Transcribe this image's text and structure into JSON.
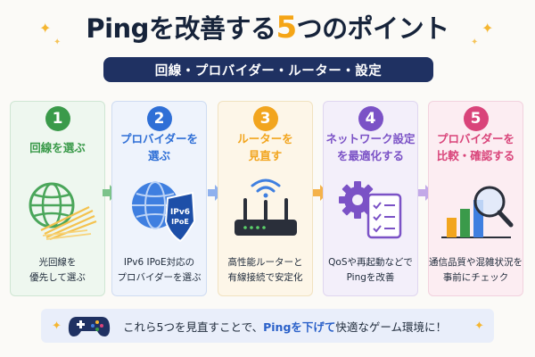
{
  "title": {
    "before": "Pingを改善する",
    "number": "5",
    "after": "つのポイント"
  },
  "subtitle": "回線・プロバイダー・ルーター・設定",
  "cards": [
    {
      "number": "1",
      "heading": "回線を選ぶ",
      "description": "光回線を\n優先して選ぶ",
      "icon": "globe-fiber-icon",
      "color": "#3a9a4a",
      "bg": "#eef7ef",
      "border": "#cfe6d3"
    },
    {
      "number": "2",
      "heading": "プロバイダーを\n選ぶ",
      "description": "IPv6 IPoE対応の\nプロバイダーを選ぶ",
      "icon": "ipv6-shield-globe-icon",
      "badge": "IPv6\nIPoE",
      "color": "#2f6fd6",
      "bg": "#eef3fc",
      "border": "#cfdcf2"
    },
    {
      "number": "3",
      "heading": "ルーターを\n見直す",
      "description": "高性能ルーターと\n有線接続で安定化",
      "icon": "wifi-router-icon",
      "color": "#f2a51e",
      "bg": "#fdf6e8",
      "border": "#f1e2c0"
    },
    {
      "number": "4",
      "heading": "ネットワーク設定\nを最適化する",
      "description": "QoSや再起動などで\nPingを改善",
      "icon": "gear-checklist-icon",
      "color": "#7b52c6",
      "bg": "#f3effa",
      "border": "#e0d6f0"
    },
    {
      "number": "5",
      "heading": "プロバイダーを\n比較・確認する",
      "description": "通信品質や混雑状況を\n事前にチェック",
      "icon": "bar-chart-magnifier-icon",
      "color": "#d9447a",
      "bg": "#fcedf2",
      "border": "#f2d2de"
    }
  ],
  "arrows": [
    "#7cc38a",
    "#8fb1ee",
    "#f4b24a",
    "#c3a9e8"
  ],
  "footer": {
    "before": "これら5つを見直すことで、",
    "highlight": "Pingを下げて",
    "after": "快適なゲーム環境に！",
    "icon": "gamepad-icon"
  }
}
